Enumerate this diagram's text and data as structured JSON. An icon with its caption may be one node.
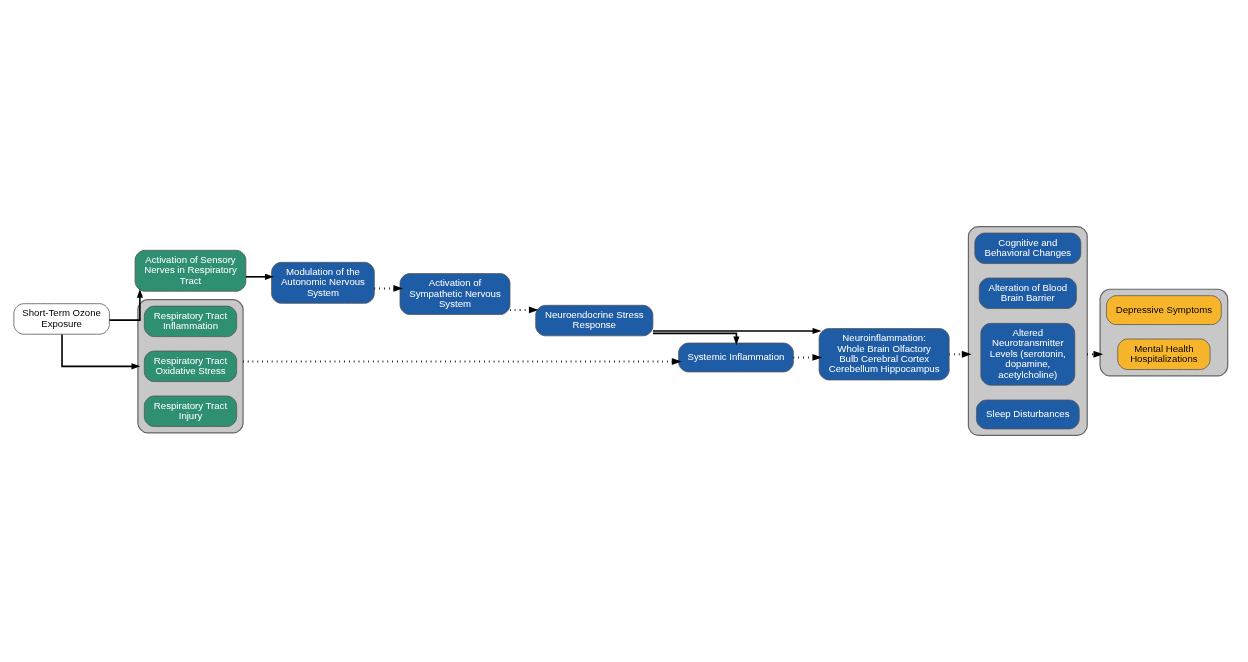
{
  "diagram": {
    "nodes": [
      {
        "text": [
          "Short-Term Ozone Exposure"
        ]
      },
      {
        "text": [
          "Activation of Sensory Nerves in Respiratory Tract"
        ]
      },
      {
        "text": [
          "Modulation of the Autonomic Nervous System"
        ]
      },
      {
        "text": [
          "Activation of Sympathetic Nervous System"
        ]
      },
      {
        "text": [
          "Neuroendocrine Stress Response"
        ]
      },
      {
        "text": [],
        "shape": "box"
      },
      {
        "text": [
          "Respiratory Tract Inflammation"
        ],
        "in": 5
      },
      {
        "text": [
          "Respiratory Tract Oxidative Stress"
        ],
        "in": 5
      },
      {
        "text": [
          "Respiratory Tract Injury"
        ],
        "in": 5
      },
      {
        "text": [
          "Systemic Inflammation"
        ]
      },
      {
        "text": [
          "Neuroinflammation: Whole Brain Olfactory Bulb Cerebral Cortex Cerebellum Hippocampus"
        ]
      },
      {
        "text": [],
        "shape": "box"
      },
      {
        "text": [
          "Cognitive and Behavioral Changes"
        ],
        "in": 11
      },
      {
        "text": [
          "Alteration of Blood Brain Barrier"
        ],
        "in": 11
      },
      {
        "text": [
          "Altered Neurotransmitter Levels (serotonin, dopamine, acetylcholine)"
        ],
        "in": 11
      },
      {
        "text": [
          "Sleep Disturbances"
        ],
        "in": 11
      },
      {
        "text": [],
        "shape": "box"
      },
      {
        "text": [
          "Depressive Symptoms"
        ],
        "in": 16
      },
      {
        "text": [
          "Mental Health Hospitalizations"
        ],
        "in": 16
      }
    ],
    "edges": [
      {
        "from": 0,
        "to": 1,
        "arrow": "to"
      },
      {
        "from": 1,
        "to": 2,
        "arrow": "to"
      },
      {
        "from": 2,
        "to": 3,
        "arrow": "to",
        "style": "dashed"
      },
      {
        "from": 3,
        "to": 4,
        "arrow": "to",
        "style": "dashed"
      },
      {
        "from": 0,
        "to": 5,
        "arrow": "to"
      },
      {
        "from": 5,
        "to": 9,
        "arrow": "to",
        "style": "dashed"
      },
      {
        "from": 4,
        "to": 9,
        "arrow": "to"
      },
      {
        "from": 4,
        "to": 10,
        "arrow": "to"
      },
      {
        "from": 9,
        "to": 10,
        "arrow": "to",
        "style": "dashed"
      },
      {
        "from": 10,
        "to": 11,
        "arrow": "to",
        "style": "dashed"
      },
      {
        "from": 11,
        "to": 16,
        "arrow": "to",
        "style": "dashed"
      }
    ]
  }
}
